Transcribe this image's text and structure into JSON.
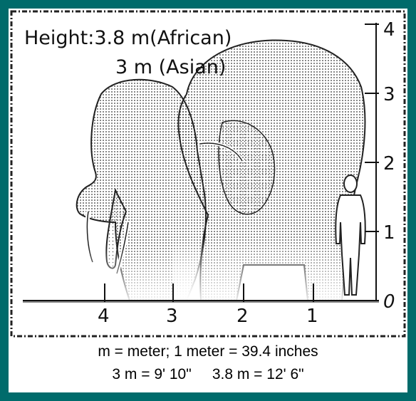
{
  "title": {
    "line1": "Height:3.8 m(African)",
    "line2": "3 m (Asian)"
  },
  "ruler_vertical": {
    "ticks": [
      "0",
      "1",
      "2",
      "3",
      "4"
    ]
  },
  "ruler_horizontal": {
    "ticks": [
      "4",
      "3",
      "2",
      "1"
    ]
  },
  "caption": {
    "line1": "m = meter; 1 meter = 39.4 inches",
    "line2": "3 m = 9' 10\"     3.8 m = 12' 6\""
  },
  "colors": {
    "frame": "#006b6b",
    "background": "#ffffff",
    "ink": "#111111"
  },
  "figures": {
    "asian_elephant": "asian-elephant-illustration",
    "african_elephant": "african-elephant-illustration",
    "human": "human-silhouette"
  }
}
